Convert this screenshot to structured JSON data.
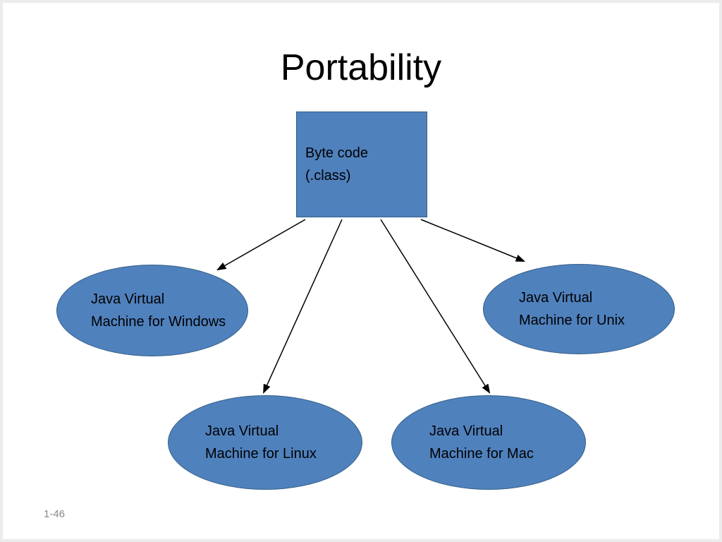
{
  "slide": {
    "title": "Portability",
    "page_number": "1-46"
  },
  "diagram": {
    "root": {
      "line1": "Byte code",
      "line2": "(.class)"
    },
    "nodes": [
      {
        "id": "windows",
        "line1": "Java Virtual",
        "line2": "Machine for Windows"
      },
      {
        "id": "unix",
        "line1": "Java Virtual",
        "line2": "Machine for Unix"
      },
      {
        "id": "linux",
        "line1": "Java Virtual",
        "line2": "Machine for Linux"
      },
      {
        "id": "mac",
        "line1": "Java Virtual",
        "line2": "Machine for Mac"
      }
    ],
    "edges": [
      {
        "from": "byte-code",
        "to": "jvm-windows"
      },
      {
        "from": "byte-code",
        "to": "jvm-linux"
      },
      {
        "from": "byte-code",
        "to": "jvm-mac"
      },
      {
        "from": "byte-code",
        "to": "jvm-unix"
      }
    ],
    "colors": {
      "shape_fill": "#4f81bd",
      "shape_border": "#355f87",
      "arrow": "#000000",
      "text": "#000000",
      "page_number": "#898989"
    }
  }
}
